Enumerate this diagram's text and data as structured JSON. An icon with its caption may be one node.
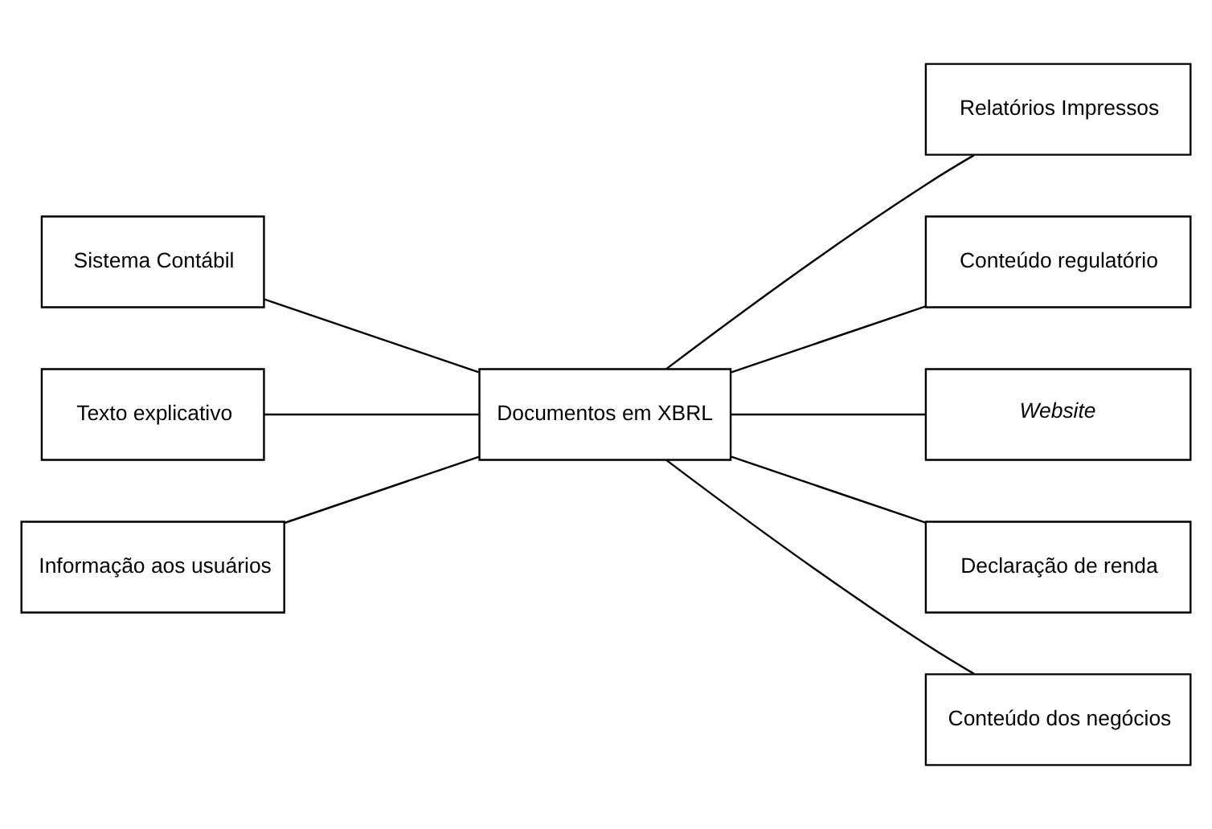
{
  "diagram": {
    "nodes": [
      {
        "text": [
          "Sistema Contábil"
        ]
      },
      {
        "text": [
          "Texto explicativo"
        ]
      },
      {
        "text": [
          "Informação aos usuários"
        ]
      },
      {
        "text": [
          "Documentos em XBRL"
        ]
      },
      {
        "text": [
          "Relatórios Impressos"
        ]
      },
      {
        "text": [
          "Conteúdo regulatório"
        ]
      },
      {
        "text": [
          "Website"
        ]
      },
      {
        "text": [
          "Declaração de renda"
        ]
      },
      {
        "text": [
          "Conteúdo dos negócios"
        ]
      }
    ],
    "edges": [
      {
        "from": 0,
        "to": 3,
        "arrow": "none"
      },
      {
        "from": 1,
        "to": 3,
        "arrow": "none"
      },
      {
        "from": 2,
        "to": 3,
        "arrow": "none"
      },
      {
        "from": 3,
        "to": 4,
        "arrow": "none"
      },
      {
        "from": 3,
        "to": 5,
        "arrow": "none"
      },
      {
        "from": 3,
        "to": 6,
        "arrow": "none"
      },
      {
        "from": 3,
        "to": 7,
        "arrow": "none"
      },
      {
        "from": 3,
        "to": 8,
        "arrow": "none"
      }
    ]
  }
}
